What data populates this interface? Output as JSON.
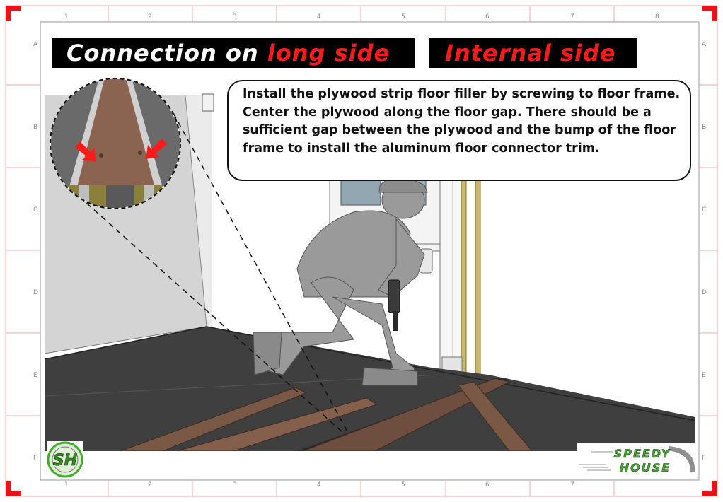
{
  "frame": {
    "columns": [
      "1",
      "2",
      "3",
      "4",
      "5",
      "6",
      "7",
      "8"
    ],
    "rows": [
      "A",
      "B",
      "C",
      "D",
      "E",
      "F"
    ],
    "corner_color": "#e8141b"
  },
  "titles": {
    "left_white": "Connection on ",
    "left_red": "long side",
    "right_red": "Internal side"
  },
  "instruction": "Install the plywood strip floor filler by screwing to floor frame. Center the plywood along the floor gap. There should be a sufficient gap between the plywood and the bump of the floor frame to install the aluminum floor connector trim.",
  "logos": {
    "sh_letters": "SH",
    "brand_line1": "SPEEDY",
    "brand_line2": "HOUSE"
  },
  "colors": {
    "accent_red": "#ff1a1a",
    "banner_bg": "#000000",
    "floor": "#3f3f3f",
    "plywood": "#7a5846",
    "figure_gray": "#9a9a9a",
    "logo_green": "#3fae2a"
  },
  "icons": [
    "detail-arrow-icon",
    "sh-logo-icon",
    "speedy-house-logo-icon"
  ]
}
